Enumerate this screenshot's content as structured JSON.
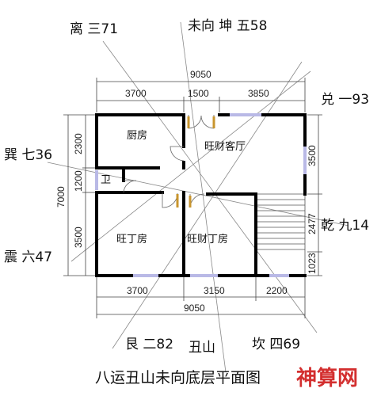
{
  "directions": {
    "li": "离 三71",
    "wei_kun": "未向  坤 五58",
    "dui": "兑 一93",
    "xun": "巽 七36",
    "qian": "乾 九14",
    "zhen": "震 六47",
    "gen": "艮 二82",
    "chou": "丑山",
    "kan": "坎 四69"
  },
  "dimensions": {
    "top_total": "9050",
    "top_left": "3700",
    "top_mid": "1500",
    "top_right": "3850",
    "bottom_total": "9050",
    "bottom_left": "3700",
    "bottom_mid": "3150",
    "bottom_right": "2200",
    "left_total": "7000",
    "left_top": "2300",
    "left_mid": "1200",
    "left_bottom": "3500",
    "right_top": "3500",
    "right_mid": "2477",
    "right_bottom": "1023"
  },
  "rooms": {
    "kitchen": "厨房",
    "living": "旺财客厅",
    "bath": "卫",
    "ding_room": "旺丁房",
    "cai_ding_room": "旺财丁房"
  },
  "title": "八运丑山未向底层平面图",
  "brand": "神算网",
  "colors": {
    "wall": "#000000",
    "window": "#b9b9e6",
    "door": "#c8952e",
    "brand": "#d32f2f"
  }
}
